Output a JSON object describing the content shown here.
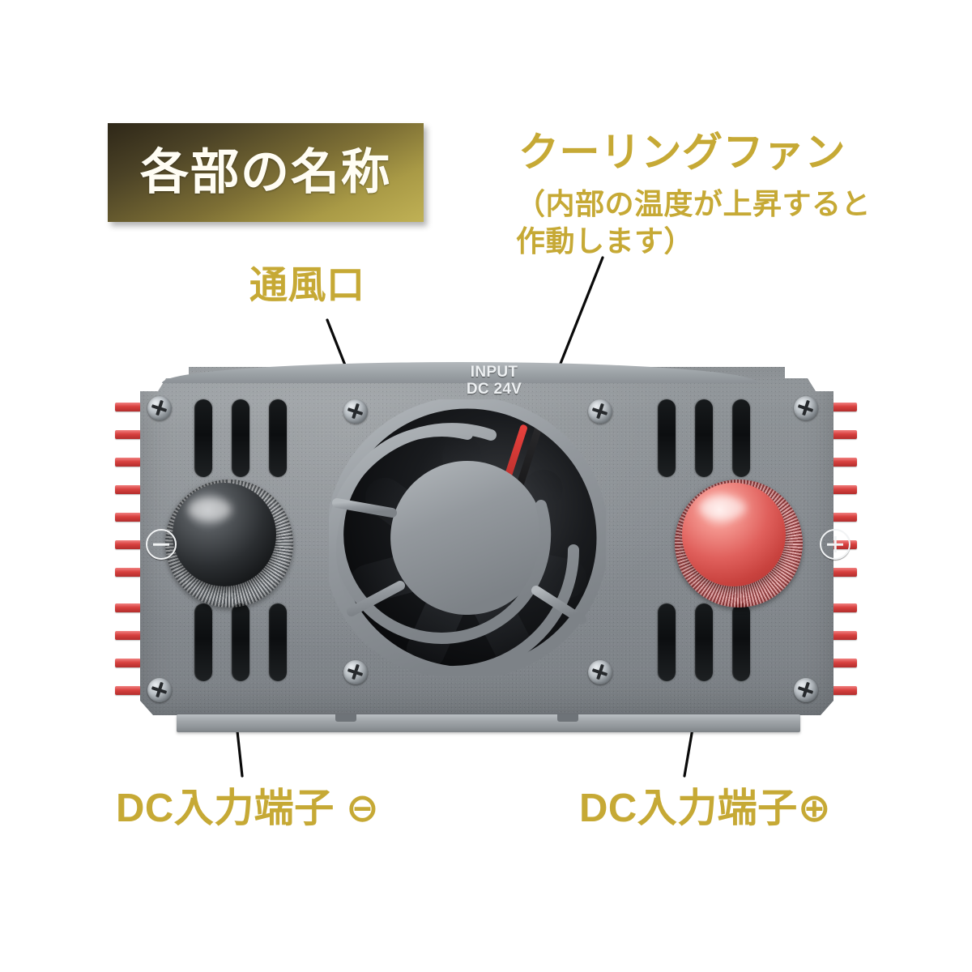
{
  "page": {
    "background_color": "#ffffff",
    "subject": "DC-AC power inverter front panel diagram"
  },
  "title_banner": {
    "text": "各部の名称",
    "text_color": "#fffdf4",
    "gradient_from": "#2e2718",
    "gradient_to": "#c0b155"
  },
  "callouts": [
    {
      "id": "cooling-fan",
      "label": "クーリングファン",
      "sub_line_1": "（内部の温度が上昇すると",
      "sub_line_2": "作動します）",
      "color": "#c6a935"
    },
    {
      "id": "vent",
      "label": "通風口",
      "color": "#c6a935"
    },
    {
      "id": "dc-input-negative",
      "label": "DC入力端子 ⊖",
      "color": "#c6a935"
    },
    {
      "id": "dc-input-positive",
      "label": "DC入力端子⊕",
      "color": "#c6a935"
    }
  ],
  "device": {
    "silk_line_1": "INPUT",
    "silk_line_2": "DC 24V",
    "silk_color": "#eef1f3",
    "body_color": "#8d9296",
    "heatsink_fin_color": "#d8413f",
    "negative_terminal": {
      "symbol": "⊖",
      "cap_color": "#2b2e31"
    },
    "positive_terminal": {
      "symbol": "⊕",
      "cap_color": "#e0605c"
    },
    "screw_count": 8,
    "vent_slot_count": 12
  }
}
